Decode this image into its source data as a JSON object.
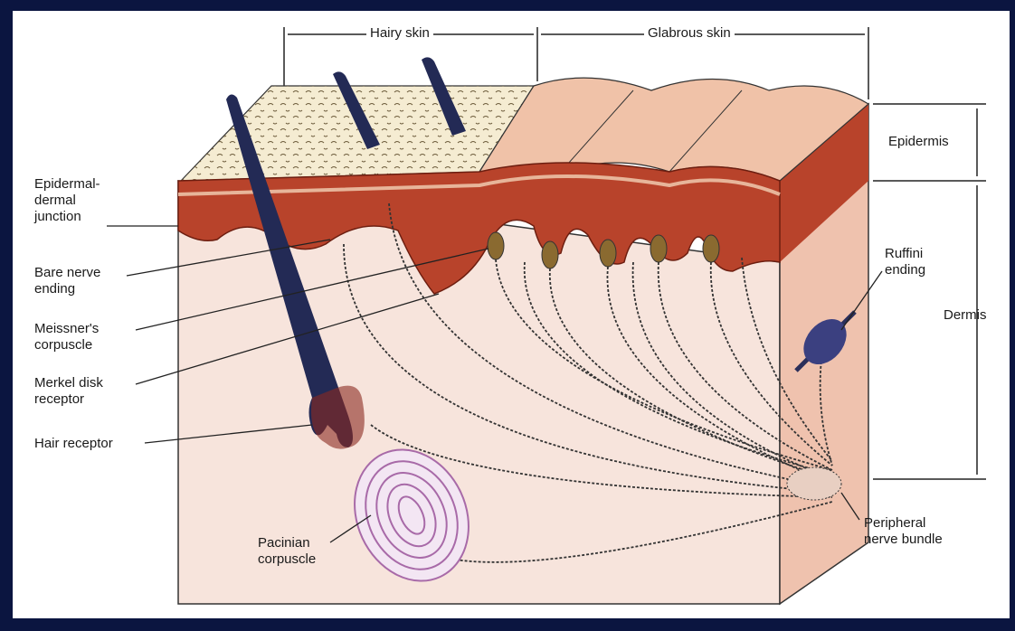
{
  "header": {
    "hairy_skin": "Hairy skin",
    "glabrous_skin": "Glabrous skin"
  },
  "labels": {
    "epidermal_dermal_junction": "Epidermal-\ndermal\njunction",
    "bare_nerve_ending": "Bare nerve\nending",
    "meissners_corpuscle": "Meissner's\ncorpuscle",
    "merkel_disk_receptor": "Merkel disk\nreceptor",
    "hair_receptor": "Hair receptor",
    "pacinian_corpuscle": "Pacinian\ncorpuscle",
    "epidermis": "Epidermis",
    "dermis": "Dermis",
    "ruffini_ending": "Ruffini\nending",
    "peripheral_nerve_bundle": "Peripheral\nnerve bundle"
  },
  "colors": {
    "frame": "#0b1540",
    "background": "#ffffff",
    "epidermis_outer": "#e9b497",
    "epidermis_red": "#a0301f",
    "dermis": "#f6ddd1",
    "hair": "#232a55",
    "pacinian": "#a86aa8",
    "nerve": "#333333"
  }
}
